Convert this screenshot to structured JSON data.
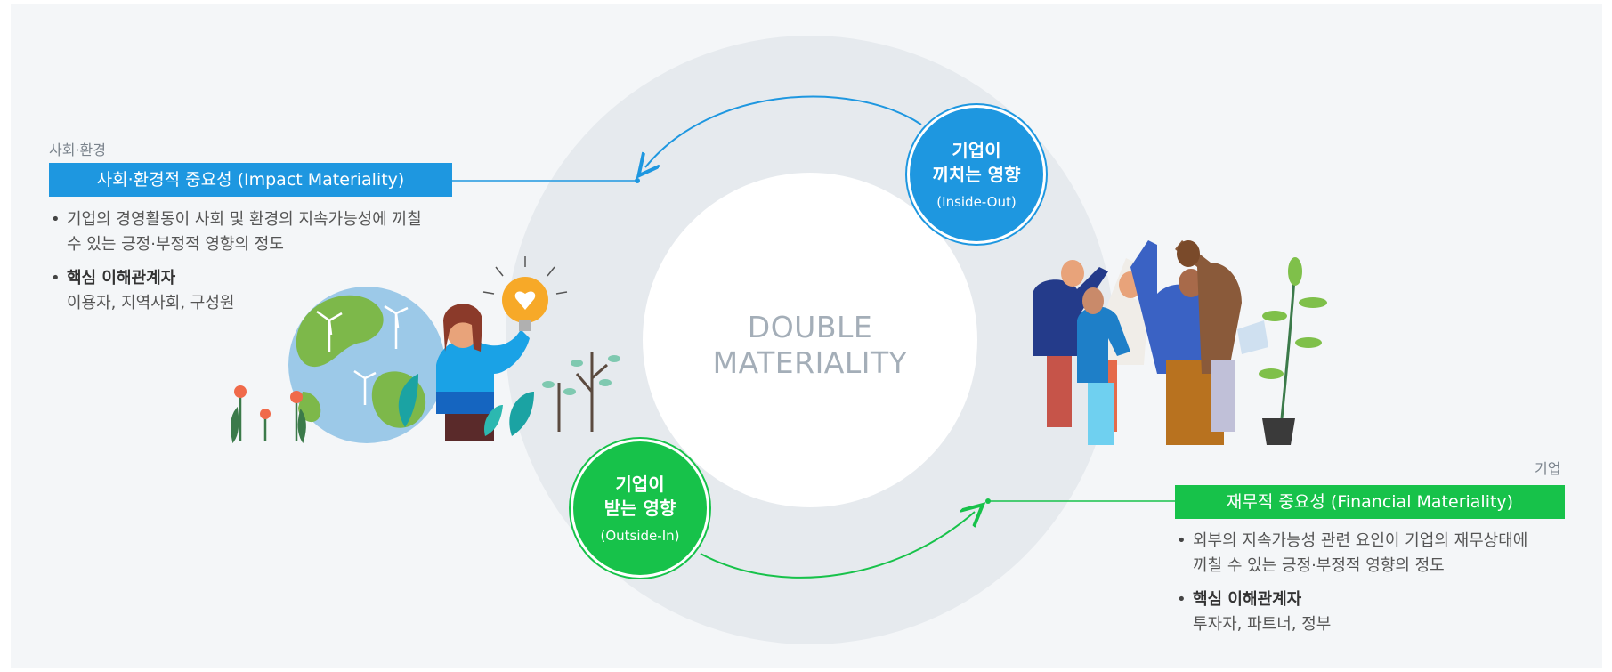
{
  "center": {
    "line1": "DOUBLE",
    "line2": "MATERIALITY"
  },
  "inside_out": {
    "line1": "기업이",
    "line2": "끼치는 영향",
    "sub": "(Inside-Out)"
  },
  "outside_in": {
    "line1": "기업이",
    "line2": "받는 영향",
    "sub": "(Outside-In)"
  },
  "impact": {
    "category": "사회·환경",
    "title": "사회·환경적 중요성 (Impact Materiality)",
    "desc_line1": "기업의 경영활동이 사회 및 환경의 지속가능성에 끼칠",
    "desc_line2": "수 있는 긍정·부정적 영향의 정도",
    "stakeholder_title": "핵심 이해관계자",
    "stakeholders": "이용자, 지역사회, 구성원"
  },
  "financial": {
    "category": "기업",
    "title": "재무적 중요성 (Financial Materiality)",
    "desc_line1": "외부의 지속가능성 관련 요인이 기업의 재무상태에",
    "desc_line2": "끼칠 수 있는 긍정·부정적 영향의 정도",
    "stakeholder_title": "핵심 이해관계자",
    "stakeholders": "투자자, 파트너, 정부"
  },
  "colors": {
    "blue": "#1e97e0",
    "green": "#17c24a",
    "ring": "#e6eaee"
  },
  "illustrations": {
    "left": "earth-with-person-holding-lightbulb",
    "right": "group-of-people-high-five"
  }
}
